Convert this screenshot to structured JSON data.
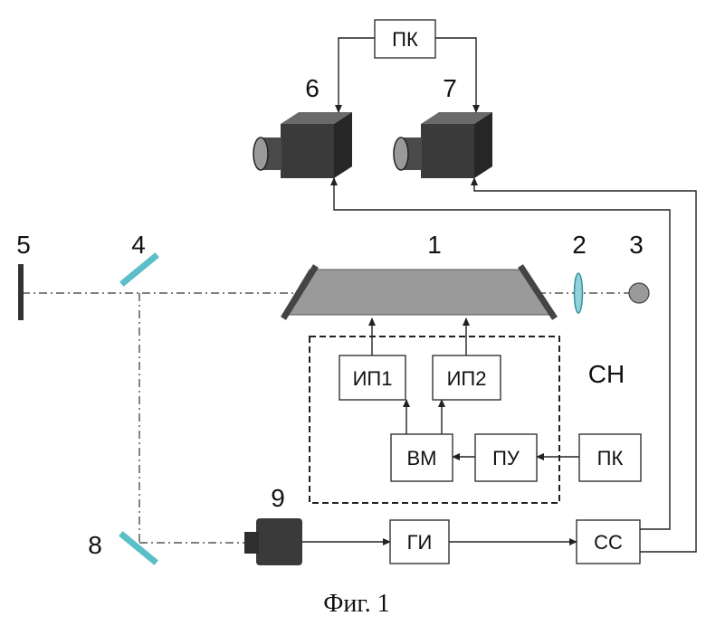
{
  "labels": {
    "n1": "1",
    "n2": "2",
    "n3": "3",
    "n4": "4",
    "n5": "5",
    "n6": "6",
    "n7": "7",
    "n8": "8",
    "n9": "9",
    "sn": "СН"
  },
  "boxes": {
    "pc_top": "ПК",
    "ip1": "ИП1",
    "ip2": "ИП2",
    "vm": "ВМ",
    "pu": "ПУ",
    "pc_right": "ПК",
    "gi": "ГИ",
    "ss": "СС"
  },
  "caption": "Фиг. 1",
  "colors": {
    "mirror": "#5bbfc9",
    "lens": "#8fd3dc",
    "camera": "#3a3a3a",
    "gain_medium": "#9a9a9a"
  }
}
